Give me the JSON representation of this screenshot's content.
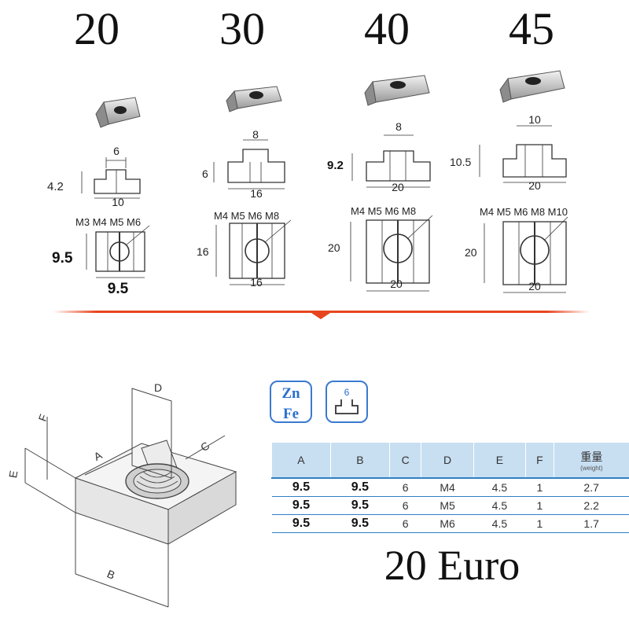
{
  "sizes": [
    {
      "title": "20",
      "profile": {
        "top": "6",
        "height": "4.2",
        "base": "10"
      },
      "front": {
        "threads": "M3 M4 M5 M6",
        "height": "9.5",
        "width": "9.5"
      }
    },
    {
      "title": "30",
      "profile": {
        "top": "8",
        "height": "6",
        "base": "16"
      },
      "front": {
        "threads": "M4 M5 M6 M8",
        "height": "16",
        "width": "16"
      }
    },
    {
      "title": "40",
      "profile": {
        "top": "8",
        "height": "9.2",
        "base": "20"
      },
      "front": {
        "threads": "M4 M5 M6 M8",
        "height": "20",
        "width": "20"
      }
    },
    {
      "title": "45",
      "profile": {
        "top": "10",
        "height": "10.5",
        "base": "20"
      },
      "front": {
        "threads": "M4 M5 M6 M8 M10",
        "height": "20",
        "width": "20"
      }
    }
  ],
  "iso_labels": {
    "a": "A",
    "b": "B",
    "c": "C",
    "d": "D",
    "e": "E",
    "f": "F"
  },
  "badges": {
    "material_line1": "Zn",
    "material_line2": "Fe",
    "profile_size": "6"
  },
  "table": {
    "headers": [
      "A",
      "B",
      "C",
      "D",
      "E",
      "F"
    ],
    "weight_header": "重量",
    "weight_header_sub": "(weight)",
    "rows": [
      [
        "9.5",
        "9.5",
        "6",
        "M4",
        "4.5",
        "1",
        "2.7"
      ],
      [
        "9.5",
        "9.5",
        "6",
        "M5",
        "4.5",
        "1",
        "2.2"
      ],
      [
        "9.5",
        "9.5",
        "6",
        "M6",
        "4.5",
        "1",
        "1.7"
      ]
    ]
  },
  "price": "20 Euro",
  "colors": {
    "divider": "#e8451e",
    "accent_blue": "#2f7fc4",
    "table_header": "#c8dff2"
  }
}
